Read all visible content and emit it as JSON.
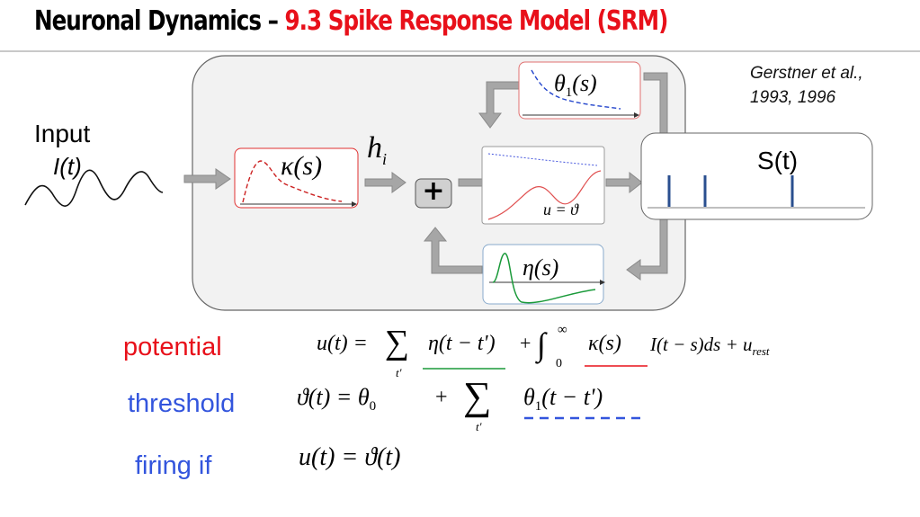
{
  "title": {
    "main": "Neuronal Dynamics – ",
    "sub": "9.3 Spike Response Model  (SRM)"
  },
  "citation": {
    "line1": "Gerstner et al.,",
    "line2": "1993, 1996"
  },
  "input": {
    "label": "Input",
    "signal": "I(t)"
  },
  "blocks": {
    "kappa": {
      "fn": "κ",
      "arg": "(s)"
    },
    "h": {
      "base": "h",
      "sub": "i"
    },
    "sum": {
      "symbol": "+"
    },
    "theta1": {
      "fn": "θ",
      "sub": "1",
      "arg": "(s)"
    },
    "threshold": {
      "condition": "u = ϑ"
    },
    "eta": {
      "fn": "η",
      "arg": "(s)"
    },
    "output": {
      "label": "S(t)"
    }
  },
  "equations": {
    "potential": {
      "label": "potential",
      "lhs": "u(t) = ",
      "sum": "∑",
      "sum_index": "t'",
      "eta": "η(t − t')",
      "plus": "+",
      "integral": "∫",
      "int_upper": "∞",
      "int_lower": "0",
      "kappa": "κ(s)",
      "rest": "I(t − s)ds + u",
      "rest_sub": "rest"
    },
    "threshold": {
      "label": "threshold",
      "lhs": "ϑ(t) = θ",
      "lhs_sub": "0",
      "plus": "+",
      "sum": "∑",
      "sum_index": "t'",
      "term": "θ",
      "term_sub": "1",
      "term_arg": "(t − t')"
    },
    "firing": {
      "label": "firing if",
      "expr": "u(t) = ϑ(t)"
    }
  },
  "colors": {
    "title_red": "#e8101a",
    "potential_red": "#e8101a",
    "threshold_blue": "#3355dd",
    "eta_green": "#1a9a3a",
    "kappa_red": "#cc2222",
    "spike_blue": "#2a4f8f",
    "arrow_gray": "#9a9a9a",
    "panel_bg": "#f2f2f2"
  }
}
